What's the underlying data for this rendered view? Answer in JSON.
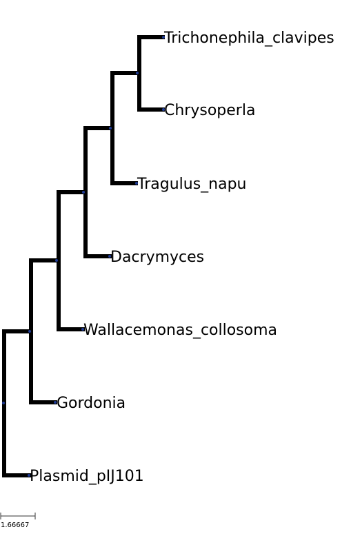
{
  "tree": {
    "leaves": [
      "Trichonephila_clavipes",
      "Chrysoperla",
      "Tragulus_napu",
      "Dacrymyces",
      "Wallacemonas_collosoma",
      "Gordonia",
      "Plasmid_pIJ101"
    ],
    "branch_color": "#000000",
    "node_color": "#1f3a93"
  },
  "scale_bar": {
    "label": "1.66667"
  }
}
